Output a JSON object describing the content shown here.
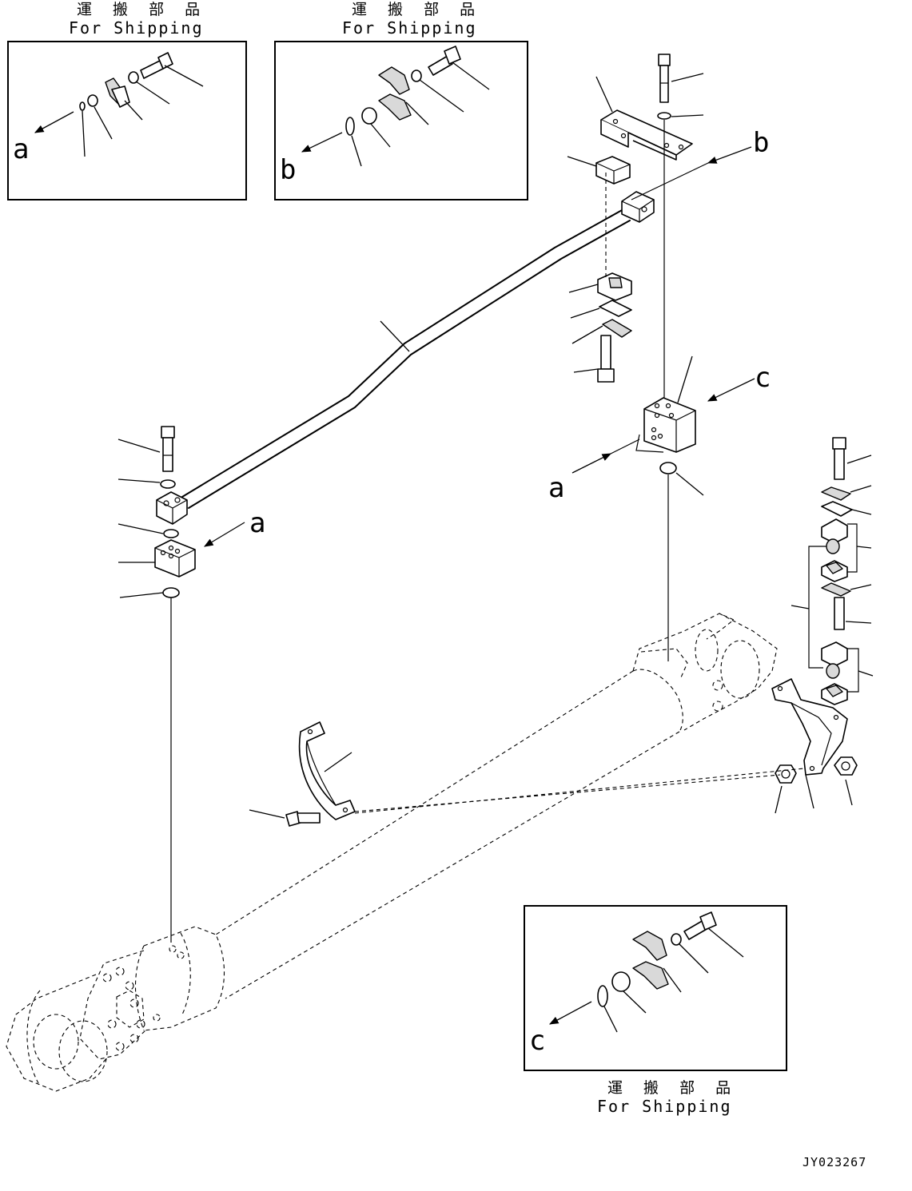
{
  "inset_a": {
    "caption_jp": "運 搬 部 品",
    "caption_en": "For Shipping",
    "view_label": "a"
  },
  "inset_b": {
    "caption_jp": "運 搬 部 品",
    "caption_en": "For Shipping",
    "view_label": "b"
  },
  "inset_c": {
    "caption_jp": "運 搬 部 品",
    "caption_en": "For Shipping",
    "view_label": "c"
  },
  "main_view_labels": {
    "a_left": "a",
    "a_right": "a",
    "b": "b",
    "c": "c"
  },
  "drawing_id": "JY023267"
}
